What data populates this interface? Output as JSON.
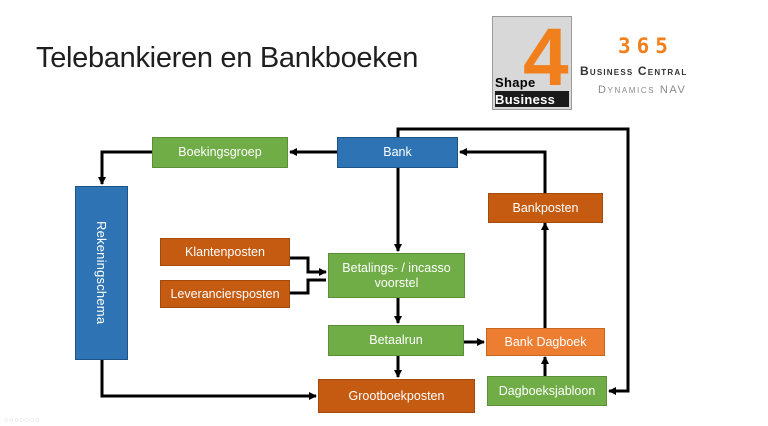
{
  "slide": {
    "title": "Telebankieren en Bankboeken"
  },
  "logo": {
    "word_top": "Shape",
    "numeral": "4",
    "word_bottom": "Business",
    "brand_number": "365",
    "brand_line1": "Business Central",
    "brand_line2": "Dynamics NAV",
    "accent_color": "#f07f1c"
  },
  "diagram": {
    "nodes": {
      "bank": "Bank",
      "boekingsgroep": "Boekingsgroep",
      "rekeningschema": "Rekeningschema",
      "klantenposten": "Klantenposten",
      "leveranciersposten": "Leveranciersposten",
      "betalingsvoorstel_line1": "Betalings- / incasso",
      "betalingsvoorstel_line2": "voorstel",
      "betaalrun": "Betaalrun",
      "bank_dagboek": "Bank Dagboek",
      "bankposten": "Bankposten",
      "dagboeksjabloon": "Dagboeksjabloon",
      "grootboekposten": "Grootboekposten"
    },
    "colors": {
      "blue": "#2e74b5",
      "green": "#70ad47",
      "orange_dark": "#c55a11",
      "orange_light": "#ed7d31"
    }
  }
}
